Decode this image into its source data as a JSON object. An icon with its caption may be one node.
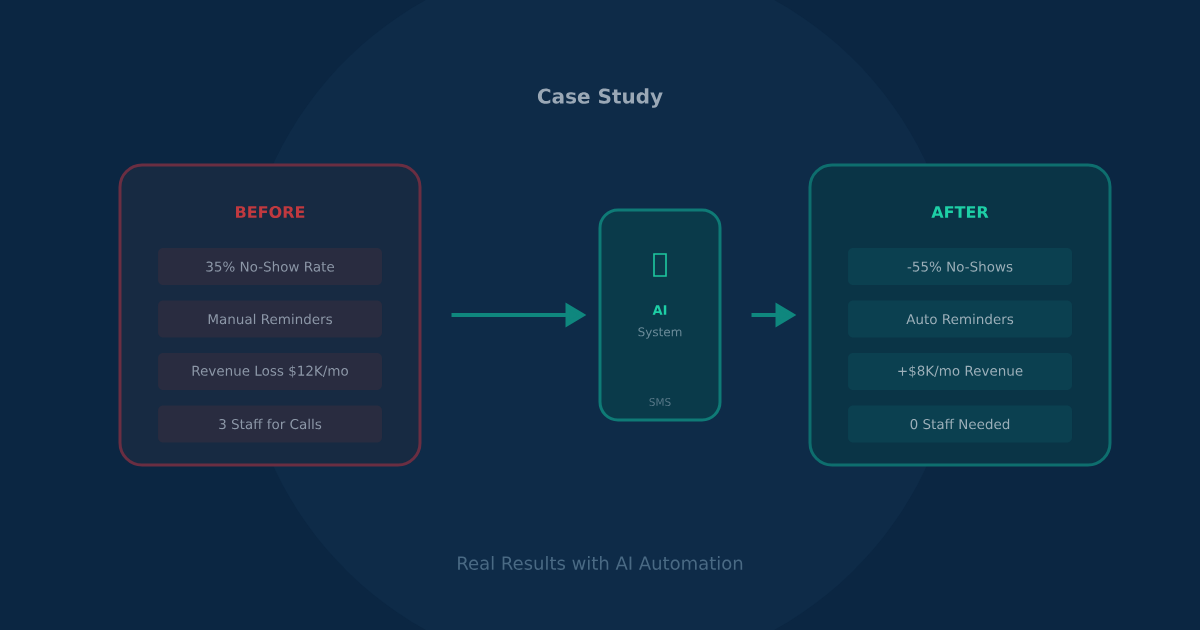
{
  "diagram": {
    "title": "Case Study",
    "nodes": [
      {
        "text": [
          "BEFORE"
        ]
      },
      {
        "text": [
          "35% No-Show Rate"
        ],
        "in": 0
      },
      {
        "text": [
          "Manual Reminders"
        ],
        "in": 0
      },
      {
        "text": [
          "Revenue Loss $12K/mo"
        ],
        "in": 0
      },
      {
        "text": [
          "3 Staff for Calls"
        ],
        "in": 0
      },
      {
        "text": [
          "AI",
          "System",
          "SMS"
        ]
      },
      {
        "text": [
          "AFTER"
        ]
      },
      {
        "text": [
          "-55% No-Shows"
        ],
        "in": 6
      },
      {
        "text": [
          "Auto Reminders"
        ],
        "in": 6
      },
      {
        "text": [
          "+$8K/mo Revenue"
        ],
        "in": 6
      },
      {
        "text": [
          "0 Staff Needed"
        ],
        "in": 6
      }
    ],
    "edges": [
      {
        "from": 0,
        "to": 5,
        "arrow": "to"
      },
      {
        "from": 5,
        "to": 6,
        "arrow": "to"
      }
    ],
    "caption": "Real Results with AI Automation"
  }
}
